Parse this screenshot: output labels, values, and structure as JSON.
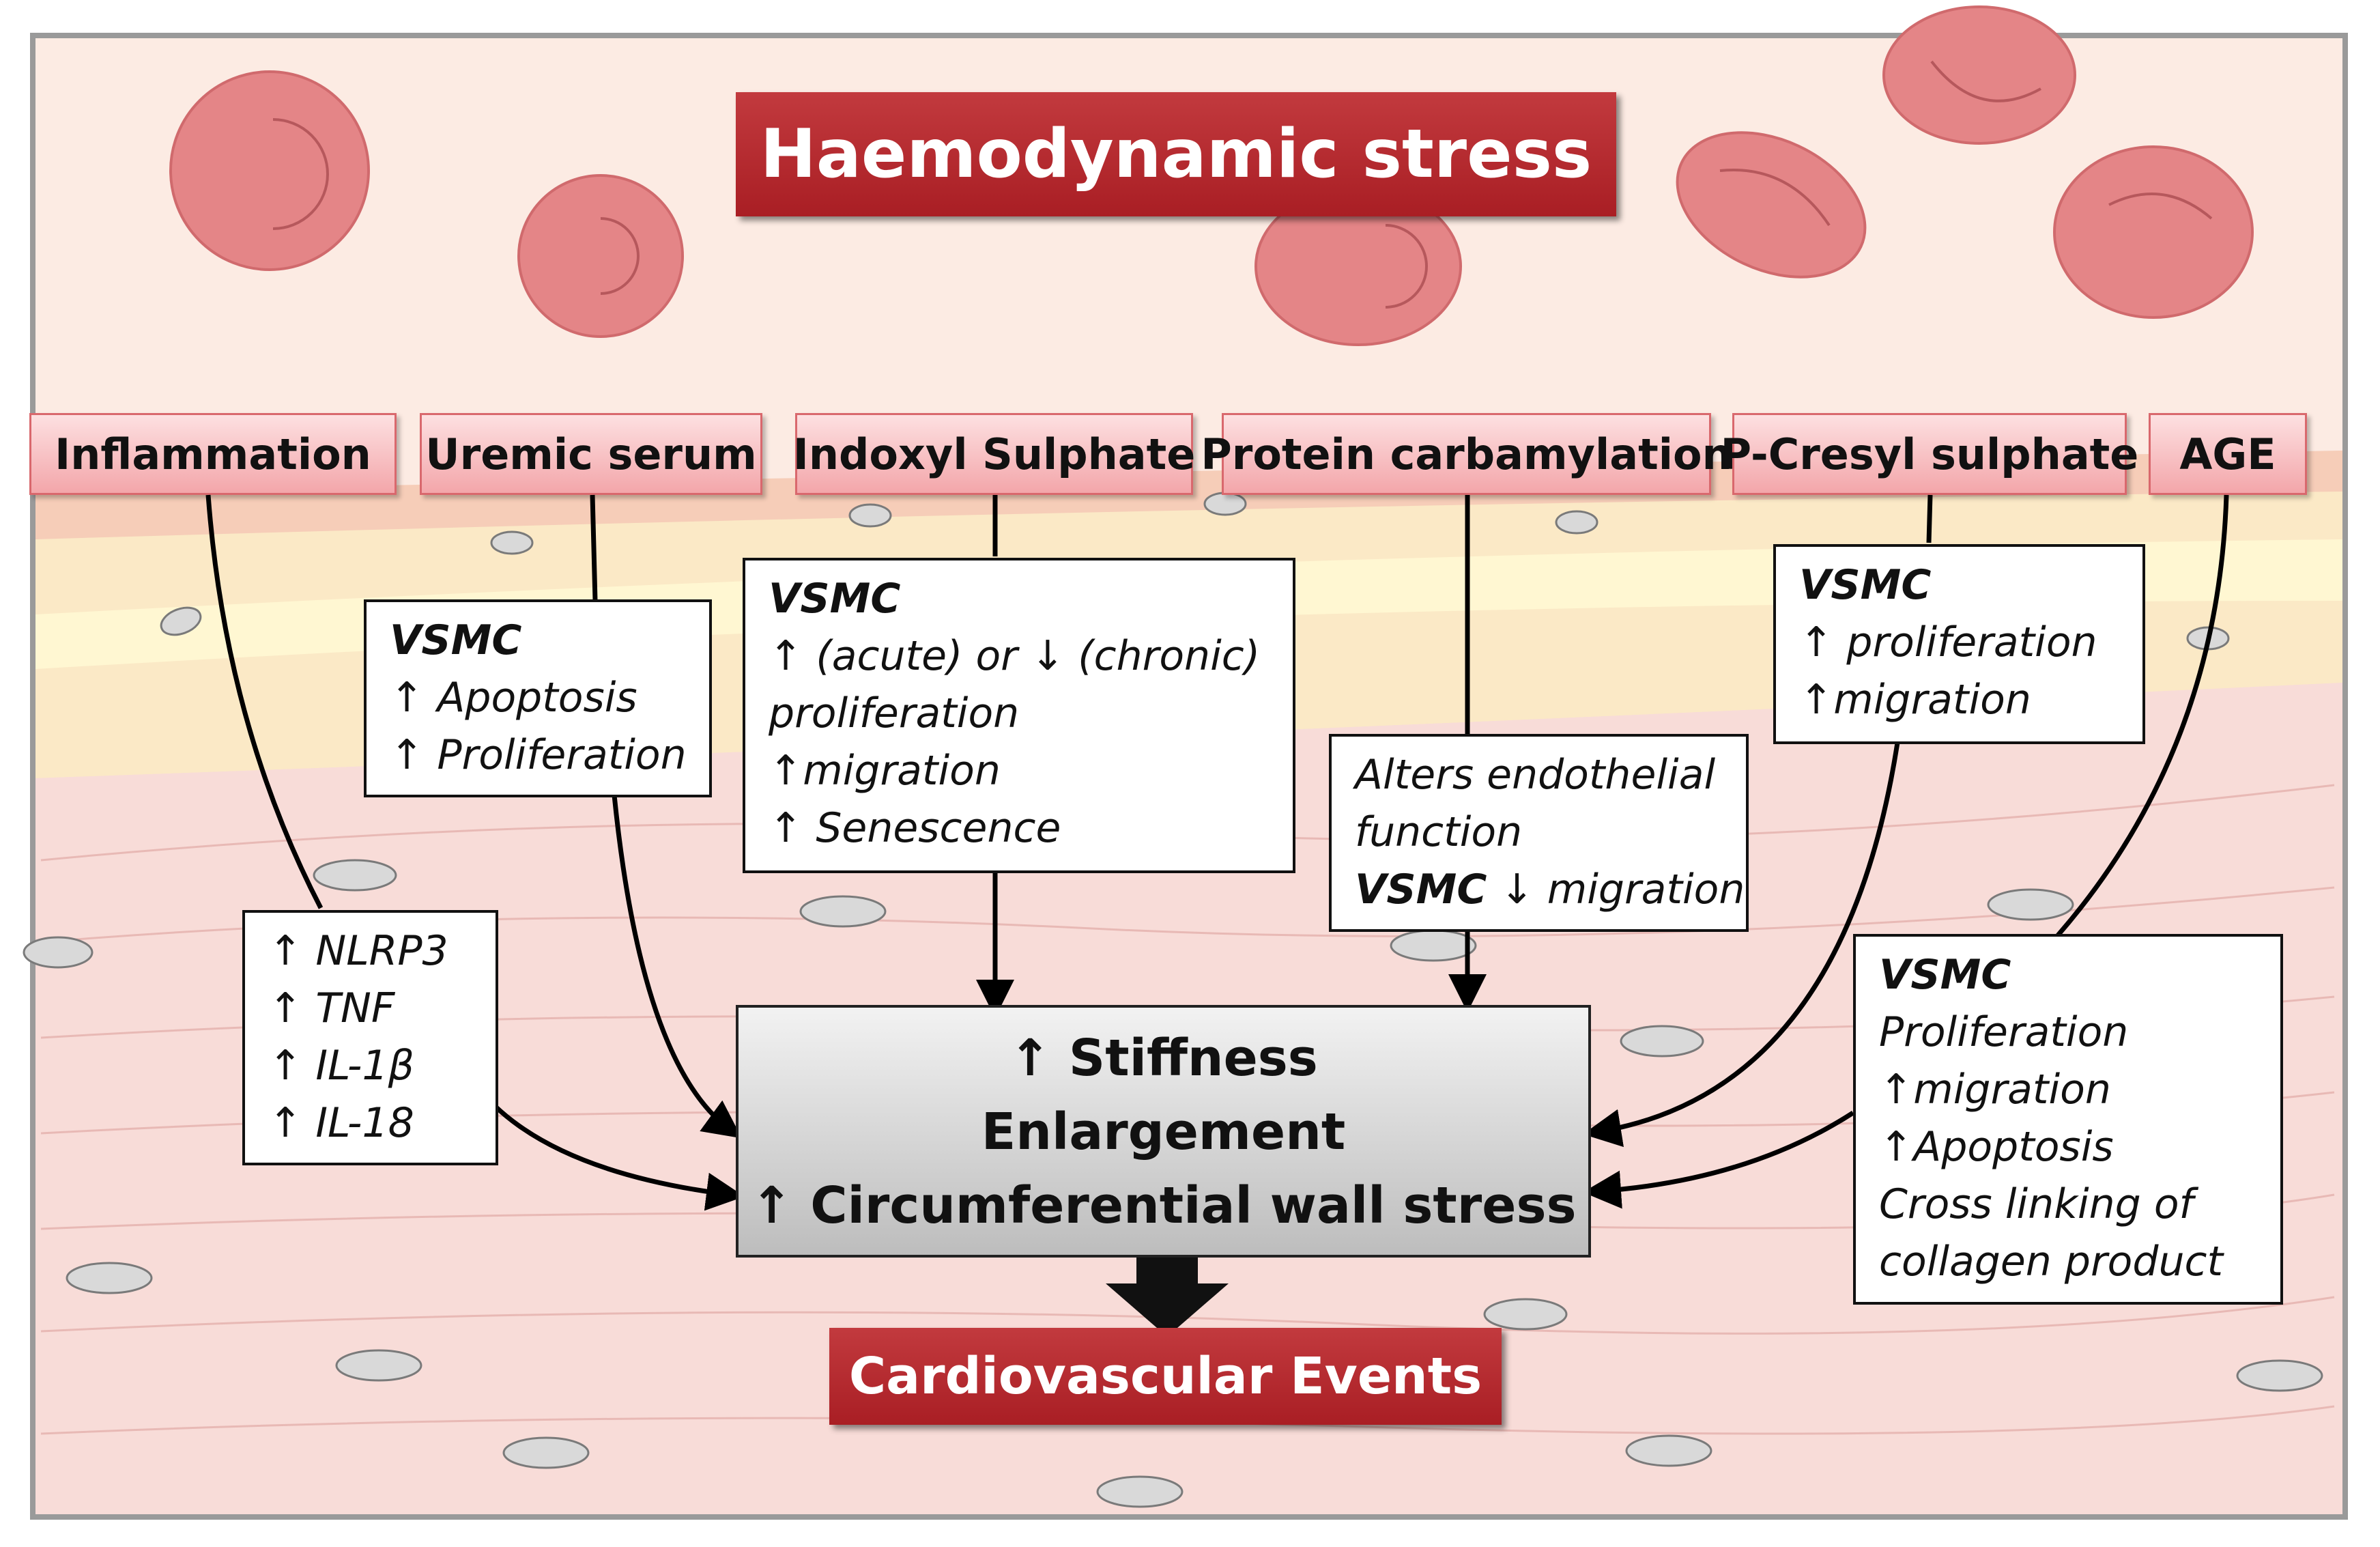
{
  "title": "Haemodynamic stress",
  "factors": [
    {
      "label": "Inflammation"
    },
    {
      "label": "Uremic serum"
    },
    {
      "label": "Indoxyl Sulphate"
    },
    {
      "label": "Protein carbamylation"
    },
    {
      "label": "P-Cresyl sulphate"
    },
    {
      "label": "AGE"
    }
  ],
  "effects": {
    "inflammation": [
      "↑ NLRP3",
      "↑ TNF",
      "↑ IL-1β",
      "↑ IL-18"
    ],
    "uremic": {
      "head": "VSMC",
      "lines": [
        "↑ Apoptosis",
        "↑ Proliferation"
      ]
    },
    "indoxyl": {
      "head": "VSMC",
      "lines": [
        "↑ (acute) or ↓ (chronic)",
        "proliferation",
        "↑migration",
        "↑ Senescence"
      ]
    },
    "carbamylation": {
      "lines": [
        "Alters endothelial",
        "function"
      ],
      "last_bold": "VSMC",
      "last_rest": " ↓ migration"
    },
    "pcresyl": {
      "head": "VSMC",
      "lines": [
        "↑ proliferation",
        "↑migration"
      ]
    },
    "age": {
      "head": "VSMC",
      "lines": [
        "Proliferation",
        "↑migration",
        "↑Apoptosis",
        "Cross linking of",
        "collagen product"
      ]
    }
  },
  "outcome": {
    "lines": [
      "↑ Stiffness",
      "Enlargement",
      "↑ Circumferential wall stress"
    ]
  },
  "final": "Cardiovascular Events",
  "colors": {
    "red": "#b32a2f",
    "pink": "#f4b3b6",
    "blood_bg": "#fcebe4",
    "vessel": "#f5d7d4"
  }
}
